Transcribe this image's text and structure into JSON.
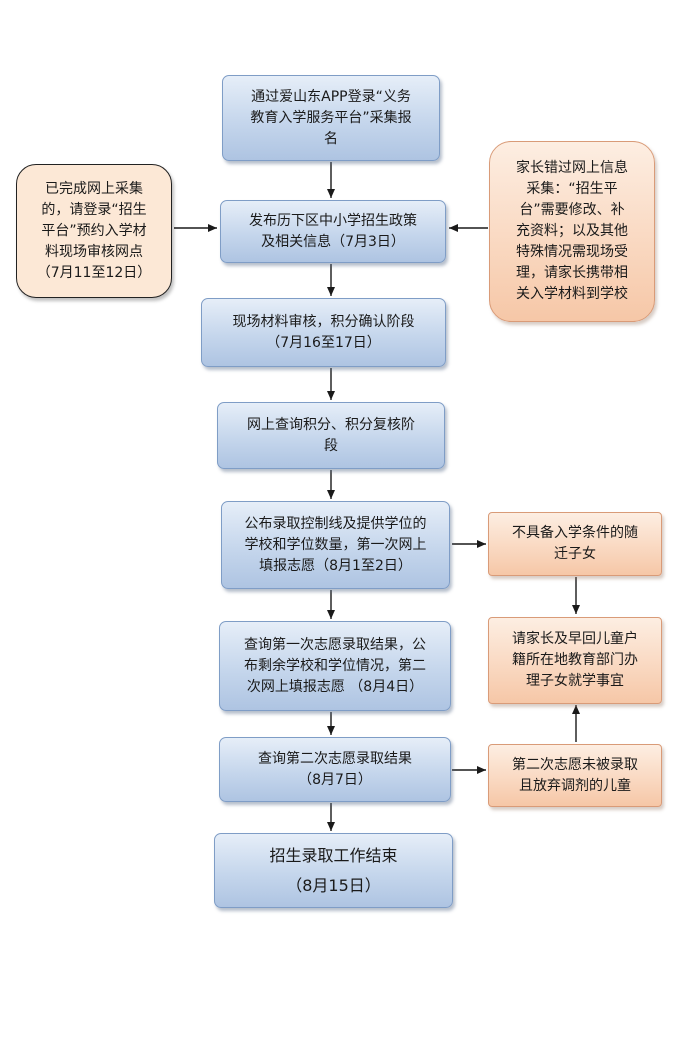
{
  "nodes": {
    "step1": "通过爱山东APP登录“义务\n教育入学服务平台”采集报\n名",
    "step2": "发布历下区中小学招生政策\n及相关信息（7月3日）",
    "step3": "现场材料审核，积分确认阶段\n（7月16至17日）",
    "step4": "网上查询积分、积分复核阶\n段",
    "step5": "公布录取控制线及提供学位的\n学校和学位数量，第一次网上\n填报志愿（8月1至2日）",
    "step6": "查询第一次志愿录取结果，公\n布剩余学校和学位情况，第二\n次网上填报志愿 （8月4日）",
    "step7": "查询第二次志愿录取结果\n（8月7日）",
    "step8": "招生录取工作结束\n（8月15日）",
    "left_note": "已完成网上采集\n的，请登录“招生\n平台”预约入学材\n料现场审核网点\n（7月11至12日）",
    "right_note": "家长错过网上信息\n采集：“招生平\n台”需要修改、补\n充资料；以及其他\n特殊情况需现场受\n理，请家长携带相\n关入学材料到学校",
    "side_a": "不具备入学条件的随\n迁子女",
    "side_b": "请家长及早回儿童户\n籍所在地教育部门办\n理子女就学事宜",
    "side_c": "第二次志愿未被录取\n且放弃调剂的儿童"
  }
}
